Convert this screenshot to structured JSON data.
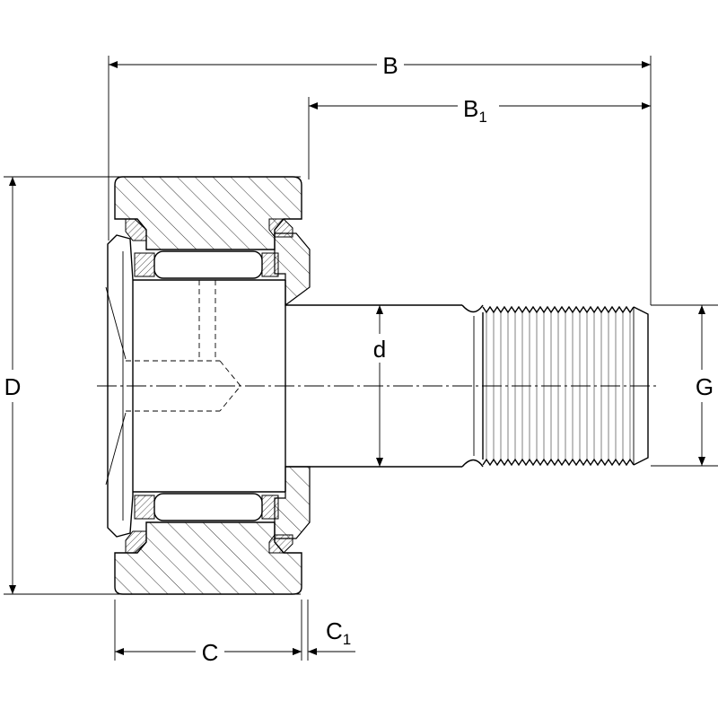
{
  "dimensions": {
    "B": "B",
    "B1_base": "B",
    "B1_sub": "1",
    "C": "C",
    "C1_base": "C",
    "C1_sub": "1",
    "D": "D",
    "d": "d",
    "G": "G"
  }
}
